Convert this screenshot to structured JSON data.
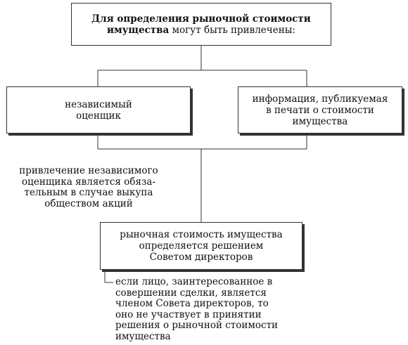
{
  "top_box": {
    "line1_bold": "Для определения рыночной стоимости",
    "line2_bold": "имущества",
    "line2_rest": " могут быть привлечены:"
  },
  "left_box": {
    "line1": "независимый",
    "line2": "оценщик"
  },
  "right_box": {
    "line1": "информация, публикуемая",
    "line2": "в печати о стоимости",
    "line3": "имущества"
  },
  "left_note": {
    "line1": "привлечение независимого",
    "line2": "оценщика является обяза-",
    "line3": "тельным в случае выкупа",
    "line4": "обществом акций"
  },
  "bottom_box": {
    "line1": "рыночная стоимость имущества",
    "line2": "определяется решением",
    "line3": "Советом директоров"
  },
  "bottom_note": {
    "line1": "если лицо, заинтересованное в",
    "line2": "совершении сделки, является",
    "line3": "членом Совета директоров, то",
    "line4": "оно не участвует в принятии",
    "line5": "решения о рыночной стоимости",
    "line6": "имущества"
  }
}
